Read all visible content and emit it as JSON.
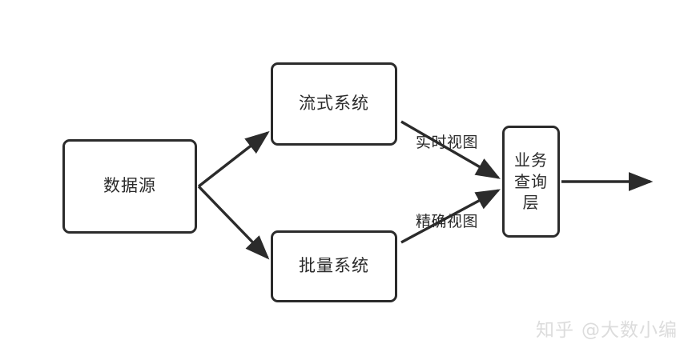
{
  "diagram": {
    "type": "flow-diagram",
    "orientation": "left-to-right",
    "background_color": "#ffffff",
    "stroke_color": "#2b2b2b",
    "nodes": [
      {
        "id": "source",
        "label": "数据源",
        "shape": "rounded-rect"
      },
      {
        "id": "stream",
        "label": "流式系统",
        "shape": "rounded-rect"
      },
      {
        "id": "batch",
        "label": "批量系统",
        "shape": "rounded-rect"
      },
      {
        "id": "query",
        "label": "业务\n查询\n层",
        "label_lines": [
          "业务",
          "查询",
          "层"
        ],
        "shape": "rounded-rect"
      }
    ],
    "edges": [
      {
        "from": "source",
        "to": "stream",
        "label": "",
        "arrow": "end"
      },
      {
        "from": "source",
        "to": "batch",
        "label": "",
        "arrow": "end"
      },
      {
        "from": "stream",
        "to": "query",
        "label": "实时视图",
        "arrow": "end"
      },
      {
        "from": "batch",
        "to": "query",
        "label": "精确视图",
        "arrow": "end"
      },
      {
        "from": "query",
        "to": "output",
        "label": "",
        "arrow": "end"
      }
    ],
    "edge_labels": {
      "realtime_view": "实时视图",
      "accurate_view": "精确视图"
    }
  },
  "watermark": {
    "logo_text": "知乎",
    "handle": "@大数小编",
    "color": "#dcdcdc"
  }
}
